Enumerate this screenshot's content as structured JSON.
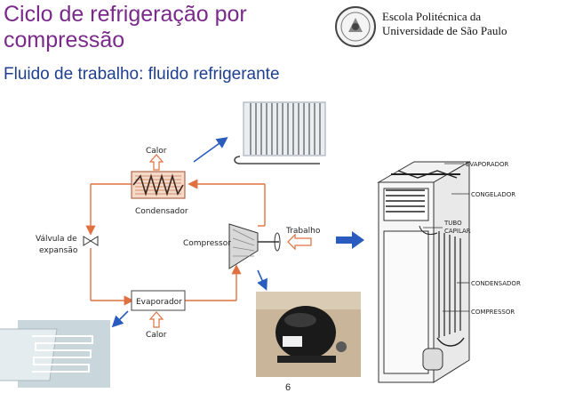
{
  "header": {
    "title": "Ciclo de refrigeração por compressão",
    "institution_line1": "Escola Politécnica da",
    "institution_line2": "Universidade de São Paulo"
  },
  "subtitle": "Fluido de trabalho: fluido refrigerante",
  "cycle": {
    "heat_out_label": "Calor",
    "condenser_label": "Condensador",
    "valve_label_line1": "Válvula de",
    "valve_label_line2": "expansão",
    "compressor_label": "Compressor",
    "work_label": "Trabalho",
    "evaporator_label": "Evaporador",
    "heat_in_label": "Calor"
  },
  "fridge_callouts": {
    "evaporator": "EVAPORADOR",
    "freezer": "CONGELADOR",
    "capillary_line1": "TUBO",
    "capillary_line2": "CAPILAR",
    "condenser": "CONDENSADOR",
    "compressor": "COMPRESSOR"
  },
  "page_number": "6",
  "colors": {
    "title": "#7a2a8a",
    "subtitle": "#1f3f8f",
    "cycle_line": "#e07040",
    "callout_arrow": "#2a5bbf"
  }
}
